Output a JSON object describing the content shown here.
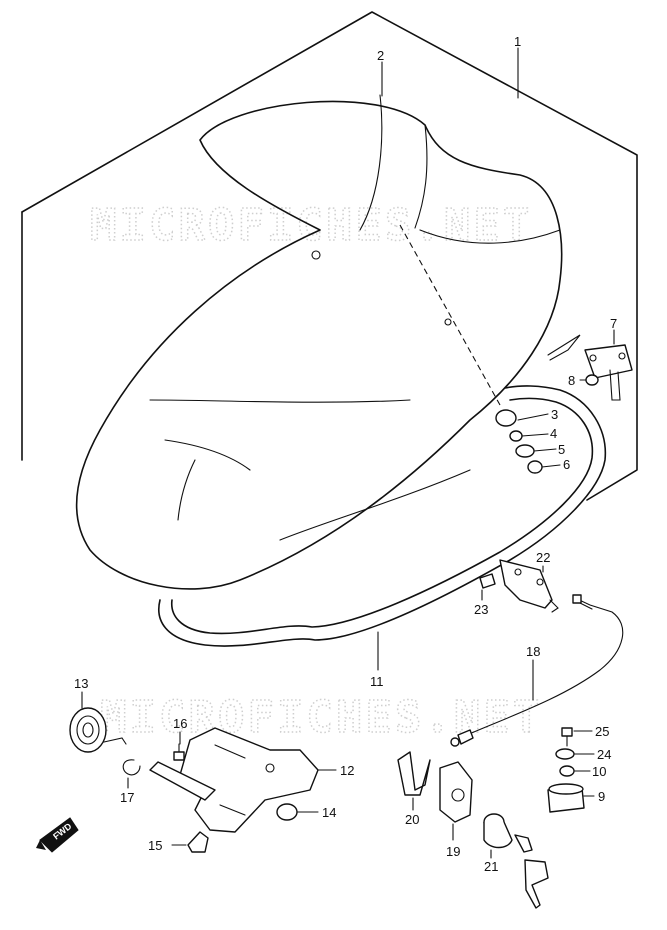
{
  "diagram": {
    "watermark": "MICROFICHES.NET",
    "direction_label": "FWD",
    "callouts": {
      "c1": "1",
      "c2": "2",
      "c3": "3",
      "c4": "4",
      "c5": "5",
      "c6": "6",
      "c7": "7",
      "c8": "8",
      "c9": "9",
      "c10": "10",
      "c11": "11",
      "c12": "12",
      "c13": "13",
      "c14": "14",
      "c15": "15",
      "c16": "16",
      "c17": "17",
      "c18": "18",
      "c19": "19",
      "c20": "20",
      "c21": "21",
      "c22": "22",
      "c23": "23",
      "c24": "24",
      "c25": "25"
    }
  }
}
